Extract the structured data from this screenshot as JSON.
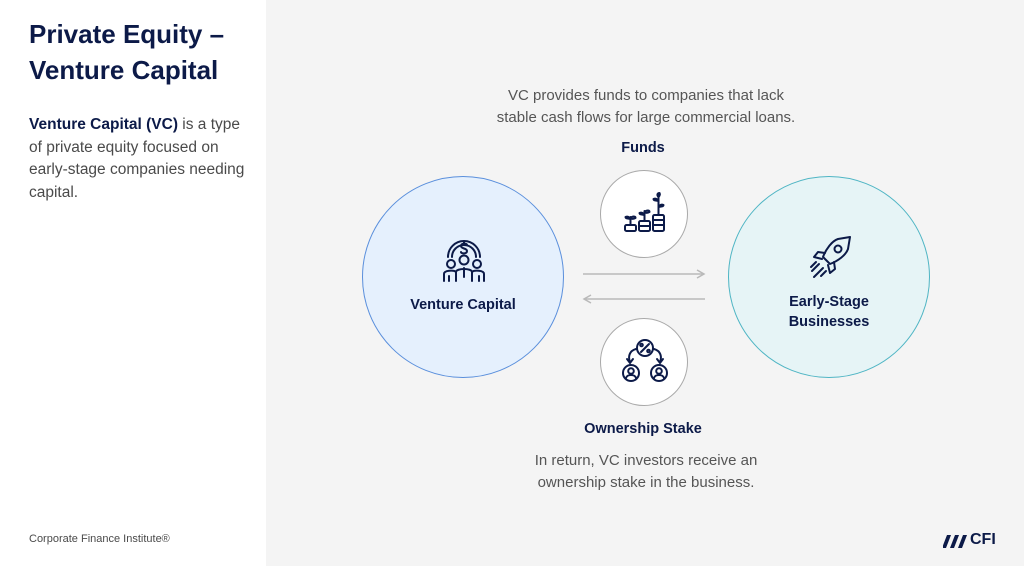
{
  "sidebar": {
    "title_line1": "Private Equity –",
    "title_line2": "Venture Capital",
    "desc_bold": "Venture Capital (VC)",
    "desc_rest": " is a type of private equity focused on early-stage companies needing capital.",
    "footer": "Corporate Finance Institute®"
  },
  "diagram": {
    "top_caption_line1": "VC provides funds to companies that lack",
    "top_caption_line2": "stable cash flows for large commercial loans.",
    "funds_label": "Funds",
    "ownership_label": "Ownership Stake",
    "bottom_caption_line1": "In return, VC investors receive an",
    "bottom_caption_line2": "ownership stake in the business.",
    "left_node": {
      "label": "Venture Capital",
      "icon": "investors-dollar-icon"
    },
    "right_node": {
      "label_line1": "Early-Stage",
      "label_line2": "Businesses",
      "icon": "rocket-icon"
    },
    "funds_icon": "growing-plants-coins-icon",
    "ownership_icon": "percent-shared-people-icon"
  },
  "brand": {
    "logo_text": "CFI",
    "navy": "#0c1a48",
    "vc_fill": "#e5f0fd",
    "vc_border": "#5a8fdc",
    "eb_fill": "#e6f4f6",
    "eb_border": "#4fb5c4"
  }
}
